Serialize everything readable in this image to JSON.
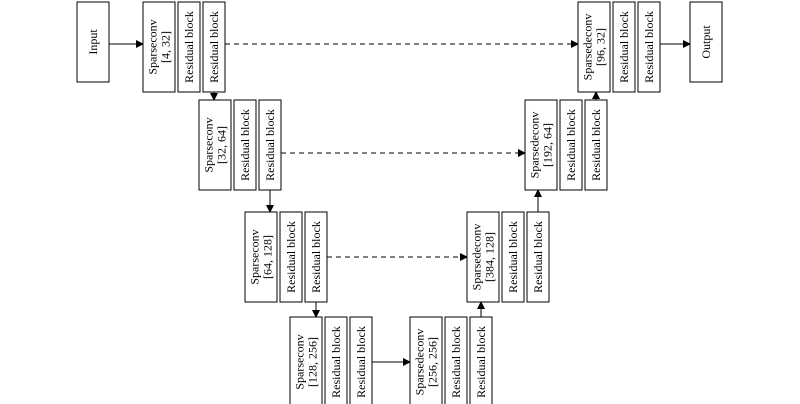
{
  "diagram": {
    "type": "unet-architecture",
    "input_label": "Input",
    "output_label": "Output",
    "residual_label": "Residual block",
    "encoder": [
      {
        "name": "Sparseconv",
        "channels": "[4, 32]"
      },
      {
        "name": "Sparseconv",
        "channels": "[32, 64]"
      },
      {
        "name": "Sparseconv",
        "channels": "[64, 128]"
      },
      {
        "name": "Sparseconv",
        "channels": "[128, 256]"
      }
    ],
    "decoder": [
      {
        "name": "Sparsedeconv",
        "channels": "[256, 256]"
      },
      {
        "name": "Sparsedeconv",
        "channels": "[384, 128]"
      },
      {
        "name": "Sparsedeconv",
        "channels": "[192, 64]"
      },
      {
        "name": "Sparsedeconv",
        "channels": "[96, 32]"
      }
    ],
    "colors": {
      "stroke": "#000000",
      "background": "#ffffff"
    }
  }
}
